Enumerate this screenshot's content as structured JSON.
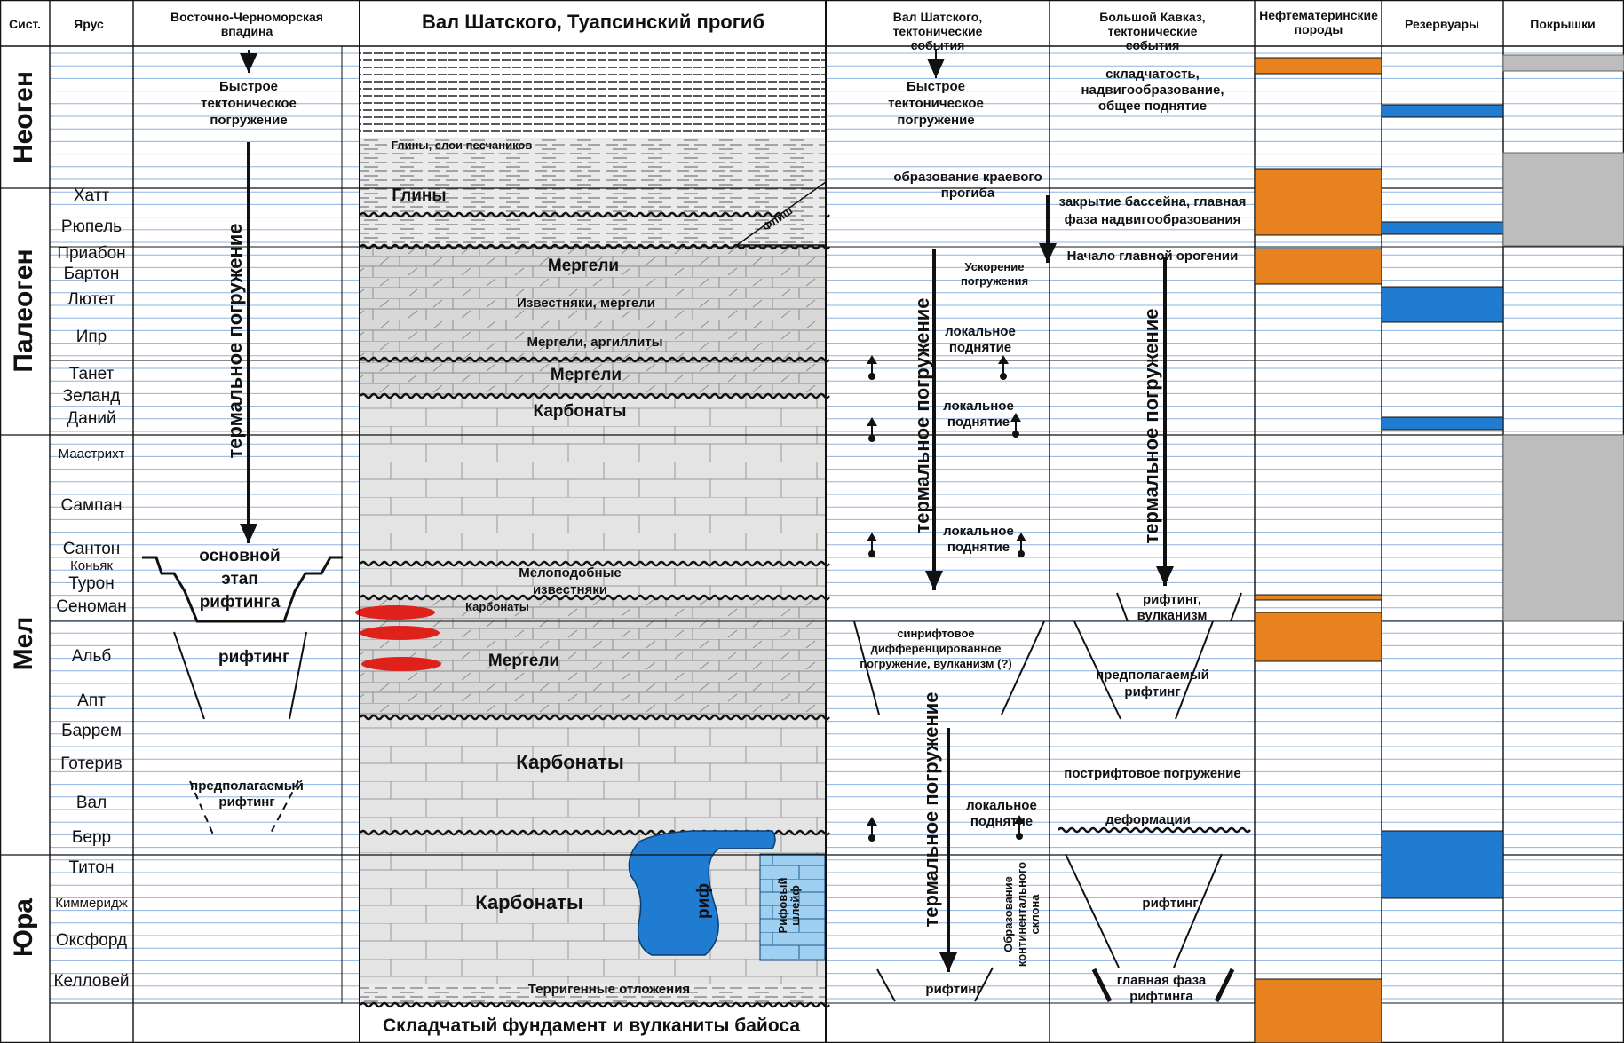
{
  "headers": {
    "system": "Сист.",
    "stage": "Ярус",
    "east_black_sea": "Восточно-Черноморская впадина",
    "shatsky": "Вал Шатского, Туапсинский прогиб",
    "shatsky_tectonics": "Вал Шатского, тектонические события",
    "caucasus": "Большой Кавказ, тектонические события",
    "source_rocks": "Нефтематеринские породы",
    "reservoirs": "Резервуары",
    "seals": "Покрышки"
  },
  "systems": [
    "Неоген",
    "Палеоген",
    "Мел",
    "Юра"
  ],
  "stages": [
    "Хатт",
    "Рюпель",
    "Приабон",
    "Бартон",
    "Лютет",
    "Ипр",
    "Танет",
    "Зеланд",
    "Даний",
    "Маастрихт",
    "Сампан",
    "Сантон",
    "Коньяк",
    "Турон",
    "Сеноман",
    "Альб",
    "Апт",
    "Баррем",
    "Готерив",
    "Вал",
    "Берр",
    "Титон",
    "Киммеридж",
    "Оксфорд",
    "Келловей"
  ],
  "east_black_sea": {
    "rapid_subsidence": "Быстрое тектоническое погружение",
    "thermal_subsidence": "термальное погружение",
    "main_rifting": "основной этап рифтинга",
    "rifting": "рифтинг",
    "assumed_rifting": "предполагаемый рифтинг"
  },
  "lithology": {
    "clays_sandstones": "Глины, слои песчаников",
    "clays": "Глины",
    "flysch": "Флиш",
    "marls": "Мергели",
    "limestones_marls": "Известняки, мергели",
    "marls_argillites": "Мергели, аргиллиты",
    "marls2": "Мергели",
    "carbonates_paleocene": "Карбонаты",
    "chalky_limestones": "Мелоподобные известняки",
    "carbonates_small": "Карбонаты",
    "marls_albian": "Мергели",
    "carbonates_lower_cretaceous": "Карбонаты",
    "reef": "риф",
    "reef_train": "Рифовый шлейф",
    "carbonates_jurassic": "Карбонаты",
    "terrigenous": "Терригенные отложения",
    "basement": "Складчатый фундамент и вулканиты байоса"
  },
  "shatsky_events": {
    "rapid_subsidence": "Быстрое тектоническое погружение",
    "foredeep": "образование краевого прогиба",
    "acceleration": "Ускорение погружения",
    "local_uplift": "локальное поднятие",
    "thermal_subsidence": "термальное погружение",
    "synrift": "синрифтовое дифференцированное погружение, вулканизм (?)",
    "rifting": "рифтинг",
    "continental_slope": "Образование континентального склона"
  },
  "caucasus_events": {
    "folding": "складчатость, надвигообразование, общее поднятие",
    "basin_closure": "закрытие бассейна, главная фаза надвигообразования",
    "orogeny_start": "Начало главной орогении",
    "thermal_subsidence": "термальное погружение",
    "rifting_volcanism": "рифтинг, вулканизм",
    "assumed_rifting": "предполагаемый рифтинг",
    "postrift": "пострифтовое погружение",
    "deformations": "деформации",
    "rifting": "рифтинг",
    "main_rifting_phase": "главная фаза рифтинга"
  },
  "colors": {
    "source_rock": "#E8821E",
    "reservoir": "#1F7CD0",
    "seal": "#BDBDBD",
    "reef": "#1F7CD0",
    "reef_train": "#86C4EE",
    "red_lens": "#E0201B",
    "grid_line": "#8FB3DE"
  },
  "icons": [
    "down-arrow-icon",
    "up-arrow-icon",
    "wavy-unconformity-icon"
  ]
}
